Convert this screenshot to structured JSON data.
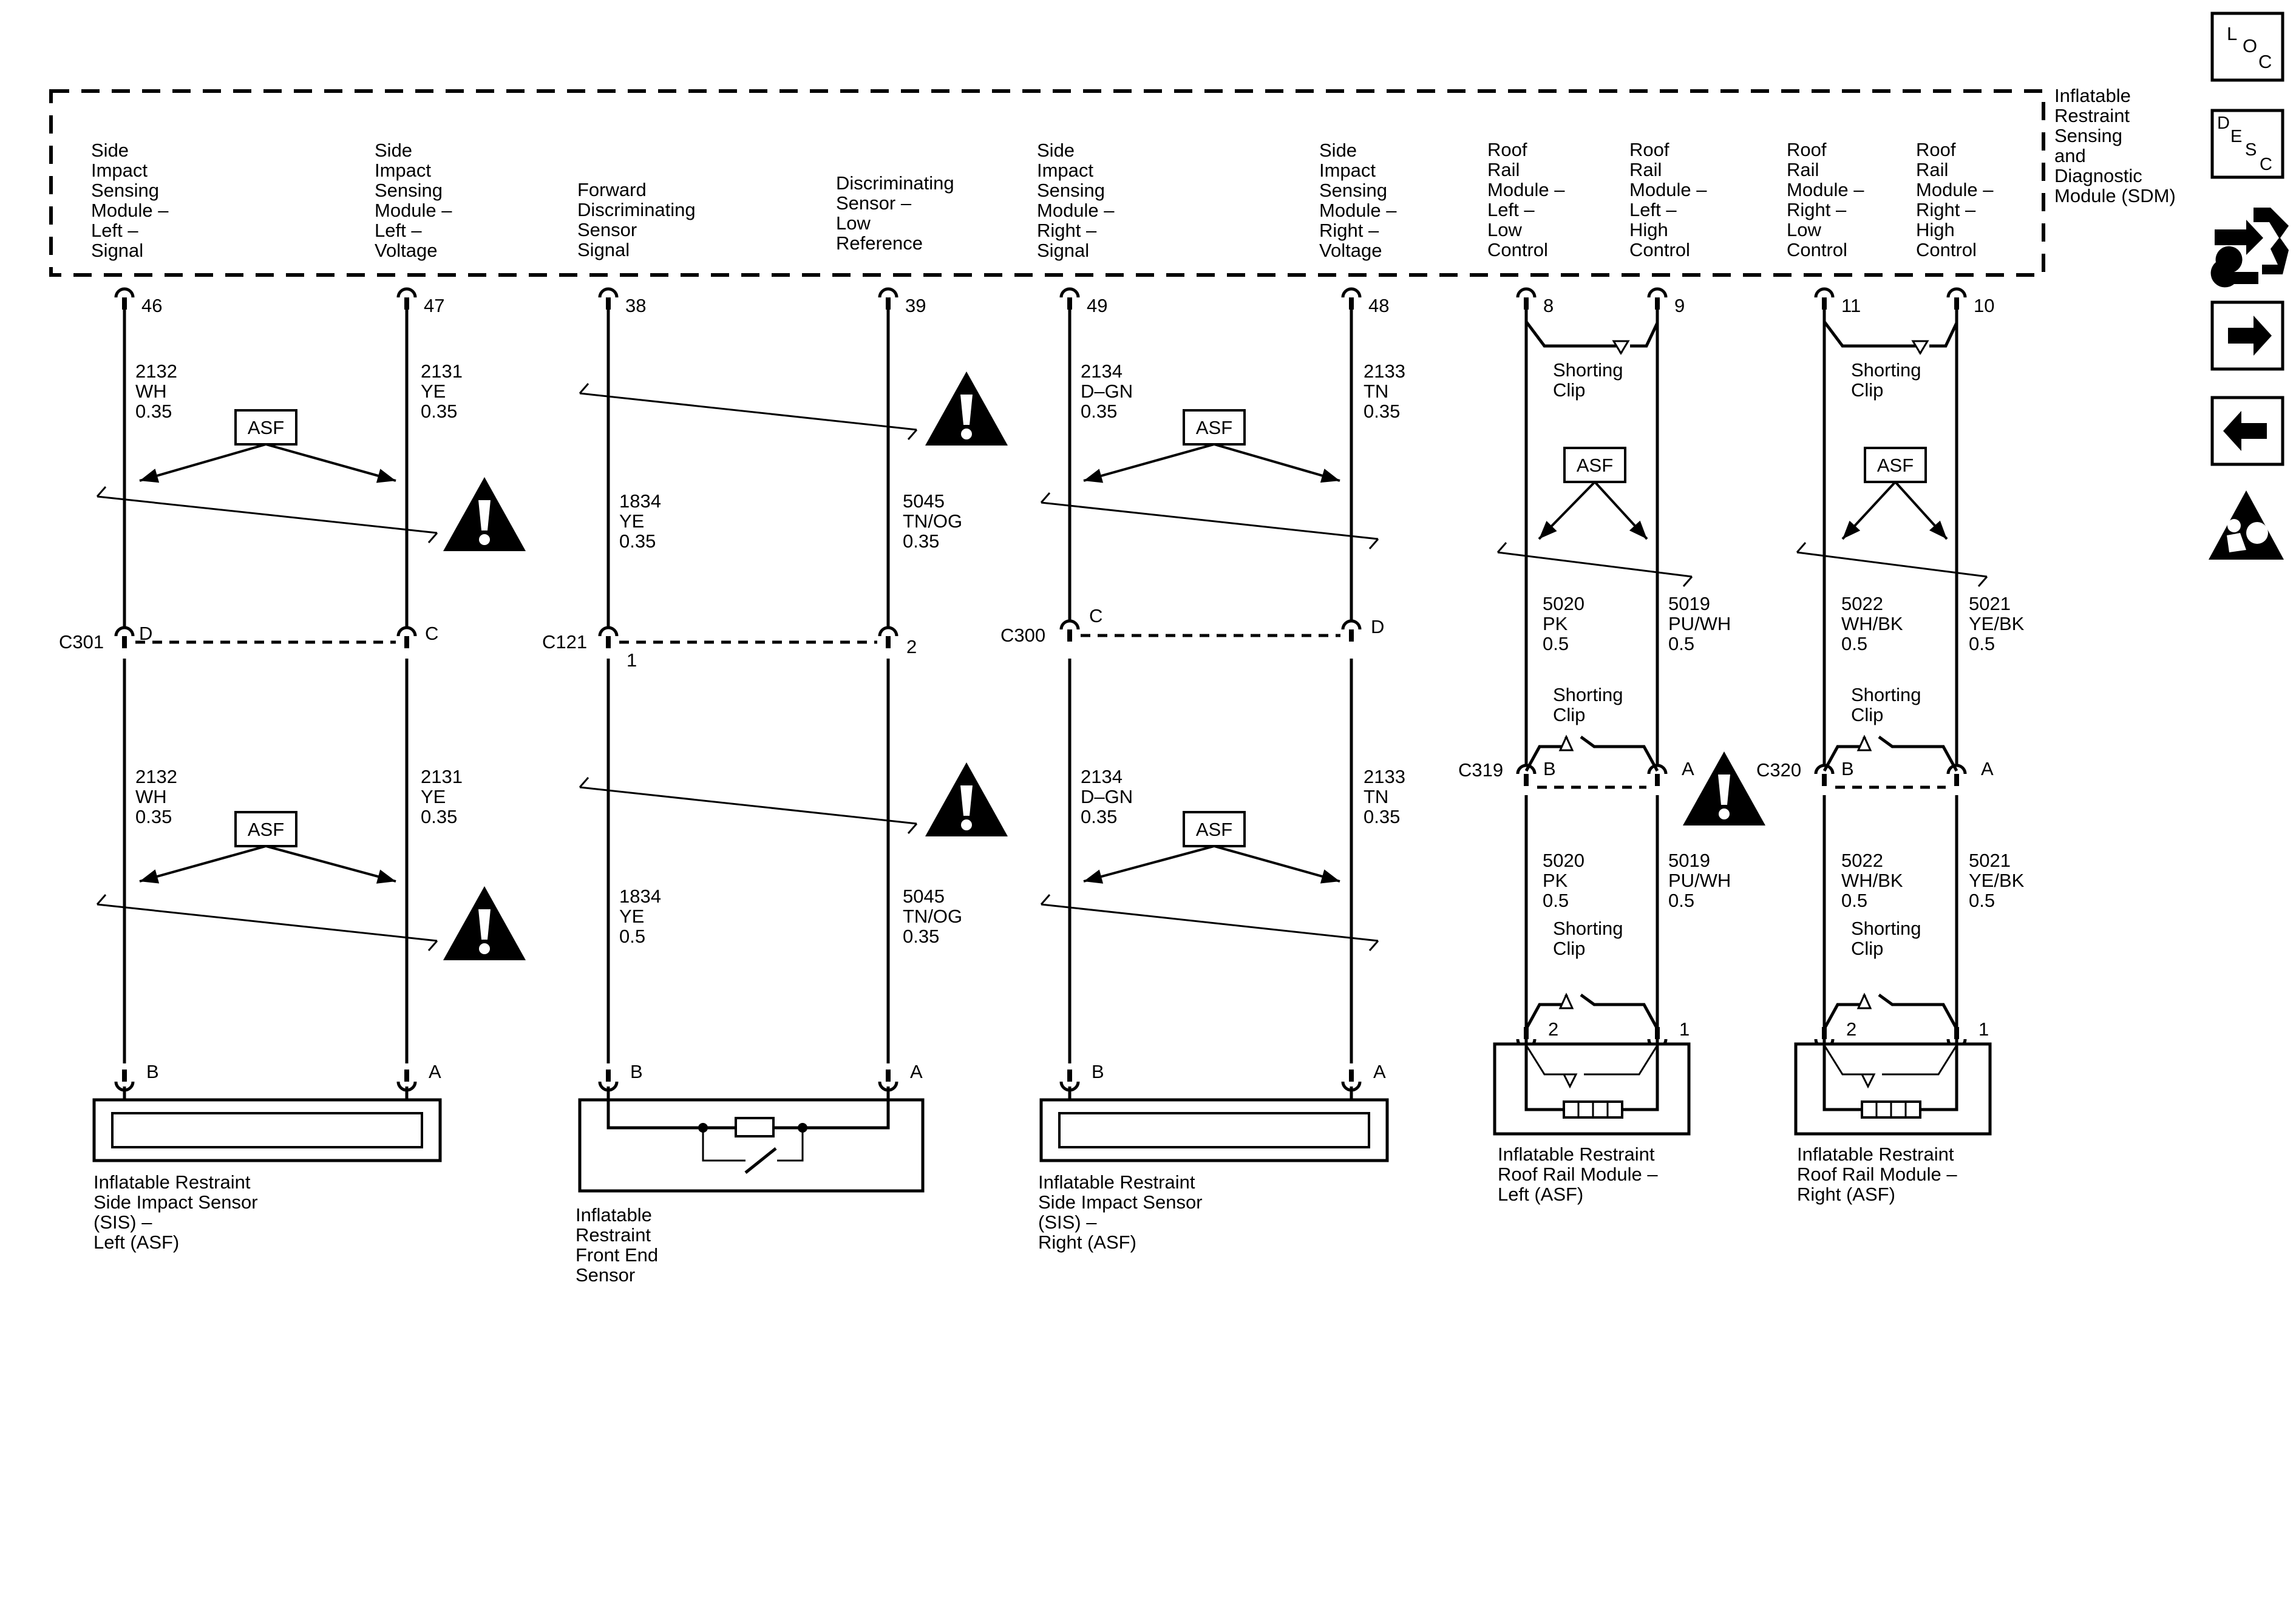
{
  "sdm": {
    "label": [
      "Inflatable",
      "Restraint",
      "Sensing",
      "and",
      "Diagnostic",
      "Module (SDM)"
    ]
  },
  "sdm_pins": [
    {
      "pin": "46",
      "label": [
        "Side",
        "Impact",
        "Sensing",
        "Module –",
        "Left –",
        "Signal"
      ]
    },
    {
      "pin": "47",
      "label": [
        "Side",
        "Impact",
        "Sensing",
        "Module –",
        "Left –",
        "Voltage"
      ]
    },
    {
      "pin": "38",
      "label": [
        "Forward",
        "Discriminating",
        "Sensor",
        "Signal"
      ]
    },
    {
      "pin": "39",
      "label": [
        "Discriminating",
        "Sensor –",
        "Low",
        "Reference"
      ]
    },
    {
      "pin": "49",
      "label": [
        "Side",
        "Impact",
        "Sensing",
        "Module –",
        "Right –",
        "Signal"
      ]
    },
    {
      "pin": "48",
      "label": [
        "Side",
        "Impact",
        "Sensing",
        "Module –",
        "Right –",
        "Voltage"
      ]
    },
    {
      "pin": "8",
      "label": [
        "Roof",
        "Rail",
        "Module –",
        "Left –",
        "Low",
        "Control"
      ]
    },
    {
      "pin": "9",
      "label": [
        "Roof",
        "Rail",
        "Module –",
        "Left –",
        "High",
        "Control"
      ]
    },
    {
      "pin": "11",
      "label": [
        "Roof",
        "Rail",
        "Module –",
        "Right –",
        "Low",
        "Control"
      ]
    },
    {
      "pin": "10",
      "label": [
        "Roof",
        "Rail",
        "Module –",
        "Right –",
        "High",
        "Control"
      ]
    }
  ],
  "wires": {
    "upper": [
      [
        "2132",
        "WH",
        "0.35"
      ],
      [
        "2131",
        "YE",
        "0.35"
      ],
      [
        "1834",
        "YE",
        "0.35"
      ],
      [
        "5045",
        "TN/OG",
        "0.35"
      ],
      [
        "2134",
        "D–GN",
        "0.35"
      ],
      [
        "2133",
        "TN",
        "0.35"
      ],
      [
        "5020",
        "PK",
        "0.5"
      ],
      [
        "5019",
        "PU/WH",
        "0.5"
      ],
      [
        "5022",
        "WH/BK",
        "0.5"
      ],
      [
        "5021",
        "YE/BK",
        "0.5"
      ]
    ],
    "lower": [
      [
        "2132",
        "WH",
        "0.35"
      ],
      [
        "2131",
        "YE",
        "0.35"
      ],
      [
        "1834",
        "YE",
        "0.5"
      ],
      [
        "5045",
        "TN/OG",
        "0.35"
      ],
      [
        "2134",
        "D–GN",
        "0.35"
      ],
      [
        "2133",
        "TN",
        "0.35"
      ],
      [
        "5020",
        "PK",
        "0.5"
      ],
      [
        "5019",
        "PU/WH",
        "0.5"
      ],
      [
        "5022",
        "WH/BK",
        "0.5"
      ],
      [
        "5021",
        "YE/BK",
        "0.5"
      ]
    ]
  },
  "connectors": [
    {
      "id": "C301",
      "pins": [
        "D",
        "C"
      ]
    },
    {
      "id": "C121",
      "pins": [
        "1",
        "2"
      ]
    },
    {
      "id": "C300",
      "pins": [
        "C",
        "D"
      ]
    },
    {
      "id": "C319",
      "pins": [
        "B",
        "A"
      ]
    },
    {
      "id": "C320",
      "pins": [
        "B",
        "A"
      ]
    }
  ],
  "component_pins": [
    "B",
    "A",
    "B",
    "A",
    "B",
    "A",
    "2",
    "1",
    "2",
    "1"
  ],
  "components": [
    {
      "label": [
        "Inflatable Restraint",
        "Side Impact Sensor",
        "(SIS) –",
        "Left (ASF)"
      ]
    },
    {
      "label": [
        "Inflatable",
        "Restraint",
        "Front End",
        "Sensor"
      ]
    },
    {
      "label": [
        "Inflatable Restraint",
        "Side Impact Sensor",
        "(SIS) –",
        "Right (ASF)"
      ]
    },
    {
      "label": [
        "Inflatable Restraint",
        "Roof Rail Module –",
        "Left (ASF)"
      ]
    },
    {
      "label": [
        "Inflatable Restraint",
        "Roof Rail Module –",
        "Right (ASF)"
      ]
    }
  ],
  "asf_label": "ASF",
  "shorting_clip": [
    "Shorting",
    "Clip"
  ],
  "warning_icon": "exclamation-triangle-icon",
  "nav": {
    "loc": [
      "L",
      "O",
      "C"
    ],
    "desc": [
      "D",
      "E",
      "S",
      "C"
    ],
    "icons": [
      "wrench-connector-icon",
      "arrow-right-icon",
      "arrow-left-icon",
      "airbag-warning-icon"
    ]
  }
}
